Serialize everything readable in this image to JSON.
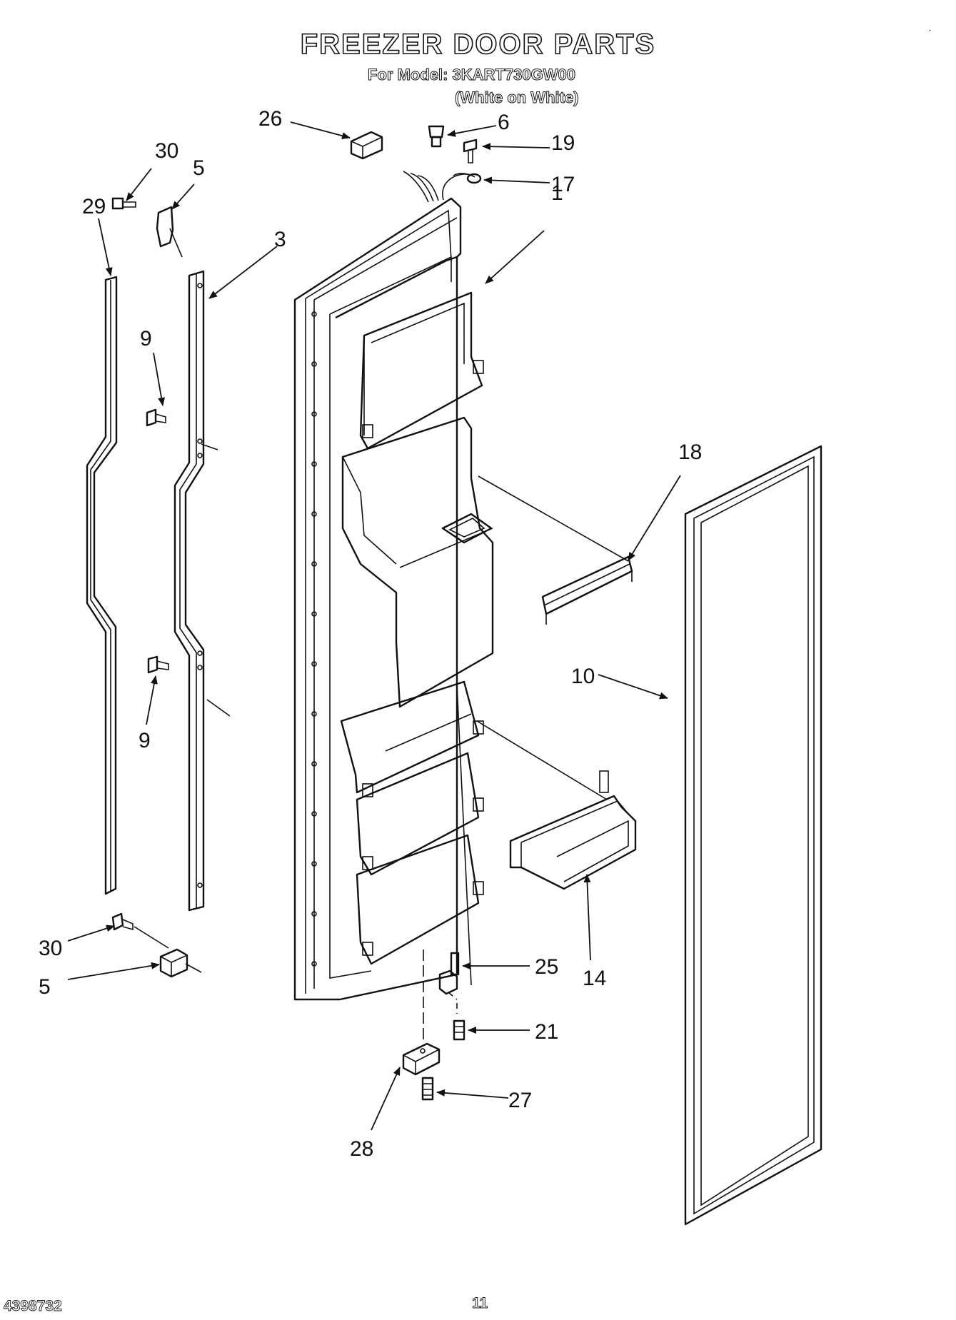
{
  "header": {
    "title": "FREEZER DOOR PARTS",
    "model_line": "For Model: 3KART730GW00",
    "variant_line": "(White on White)"
  },
  "footer": {
    "document_number": "4398732",
    "page_number": "11"
  },
  "callouts": {
    "c1": "1",
    "c3": "3",
    "c5_top": "5",
    "c5_bottom": "5",
    "c6": "6",
    "c9_top": "9",
    "c9_bottom": "9",
    "c10": "10",
    "c14": "14",
    "c17": "17",
    "c18": "18",
    "c19": "19",
    "c21": "21",
    "c25": "25",
    "c26": "26",
    "c27": "27",
    "c28": "28",
    "c29": "29",
    "c30_top": "30",
    "c30_bottom": "30"
  }
}
